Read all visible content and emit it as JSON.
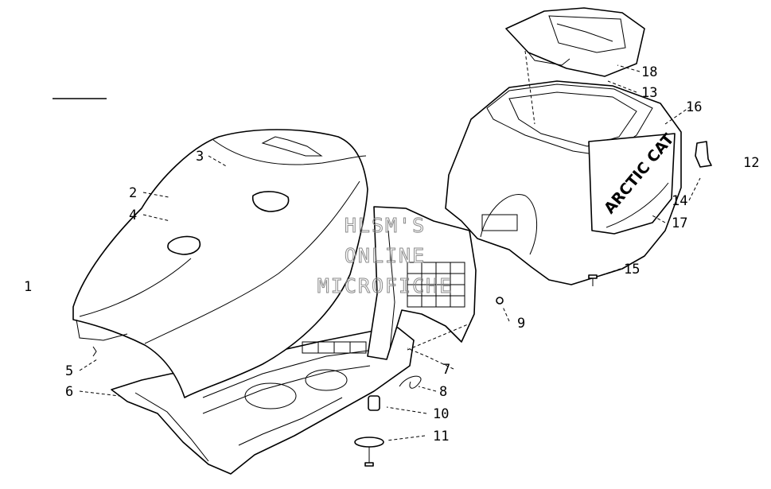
{
  "watermark": {
    "line1": "HLSM'S",
    "line2": "ONLINE",
    "line3": "MICROFICHE"
  },
  "body_logo": "ARCTIC CAT",
  "callouts": {
    "c1": "1",
    "c2": "2",
    "c3": "3",
    "c4": "4",
    "c5": "5",
    "c6": "6",
    "c7": "7",
    "c8": "8",
    "c9": "9",
    "c10": "10",
    "c11": "11",
    "c12": "12",
    "c13": "13",
    "c14": "14",
    "c15": "15",
    "c16": "16",
    "c17": "17",
    "c18": "18"
  }
}
